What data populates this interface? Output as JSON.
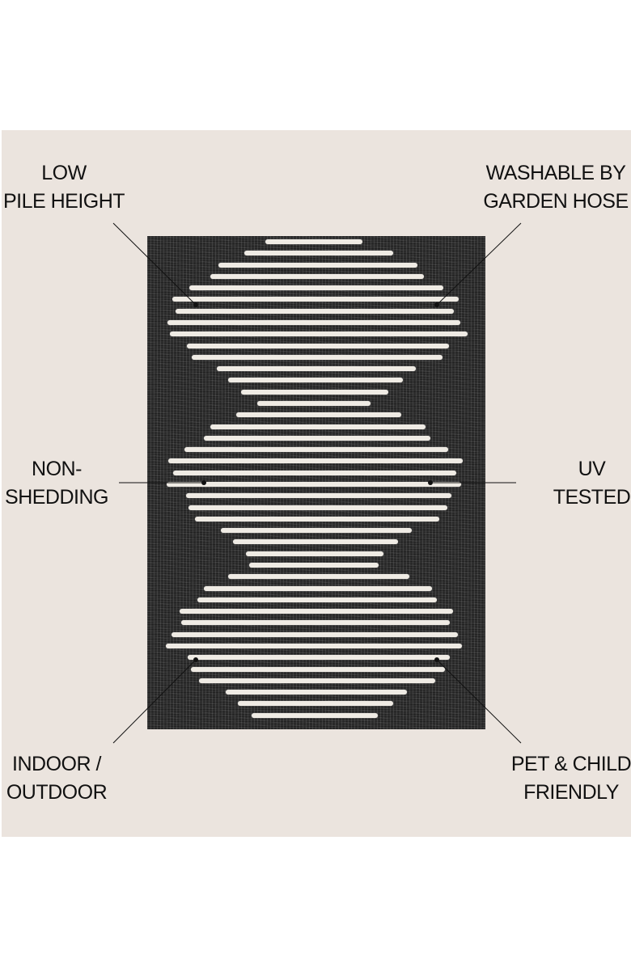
{
  "features": {
    "top_left": [
      "LOW",
      "PILE HEIGHT"
    ],
    "top_right": [
      "WASHABLE BY",
      "GARDEN HOSE"
    ],
    "mid_left": [
      "NON-",
      "SHEDDING"
    ],
    "mid_right": [
      "UV",
      "TESTED"
    ],
    "bottom_left": [
      "INDOOR /",
      "OUTDOOR"
    ],
    "bottom_right": [
      "PET & CHILD",
      "FRIENDLY"
    ]
  },
  "colors": {
    "panel_background": "#ebe4de",
    "rug_base": "#2e2e2e",
    "rug_stripes": "#efebe4",
    "text": "#111111"
  }
}
